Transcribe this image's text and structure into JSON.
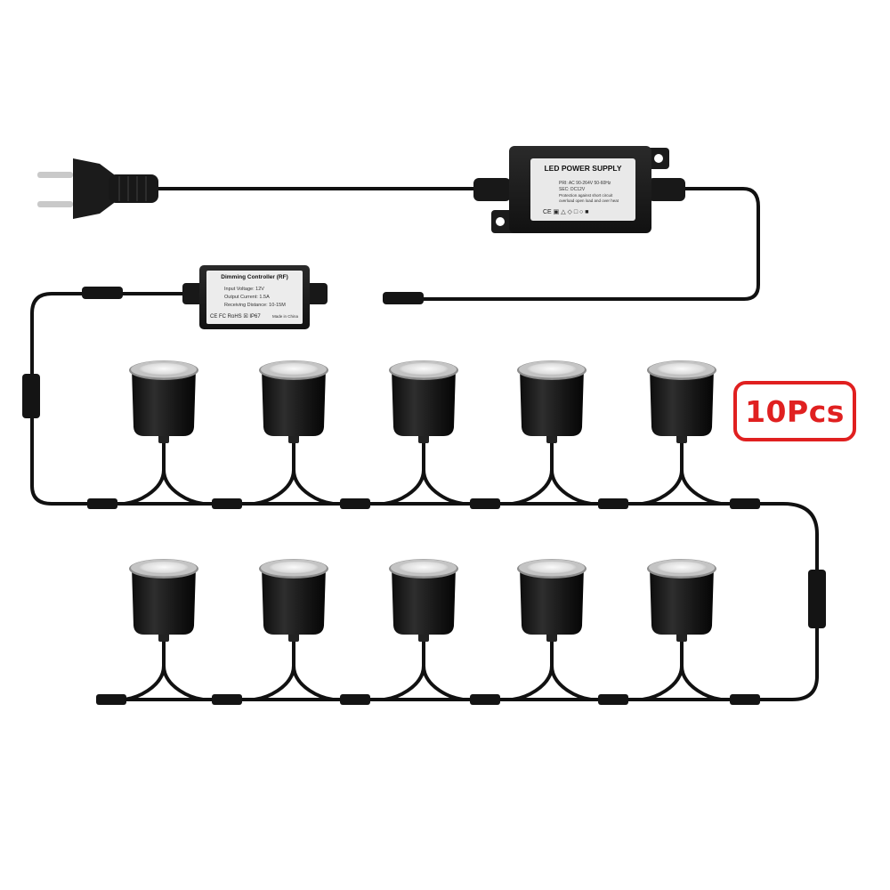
{
  "power_supply": {
    "title": "LED POWER SUPPLY",
    "spec_line_1": "PRI: AC 90-264V  50-60Hz",
    "spec_line_2": "SEC: DC12V",
    "spec_line_3": "Protection against short circuit",
    "spec_line_4": "overload open load and over heat",
    "cert_marks": "CE ▣ △ ◇ □ ○ ■"
  },
  "controller": {
    "title": "Dimming Controller (RF)",
    "line_1": "Input Voltage: 12V",
    "line_2": "Output Current: 1.5A",
    "line_3": "Receiving Distance: 10-15M",
    "cert_marks": "CE  FC  RoHS  ☒  IP67",
    "origin": "Made in China"
  },
  "badge": {
    "label": "10Pcs"
  },
  "colors": {
    "badge": "#e02020",
    "body": "#1e1e1e",
    "cable": "#111111"
  },
  "light_count": 10
}
